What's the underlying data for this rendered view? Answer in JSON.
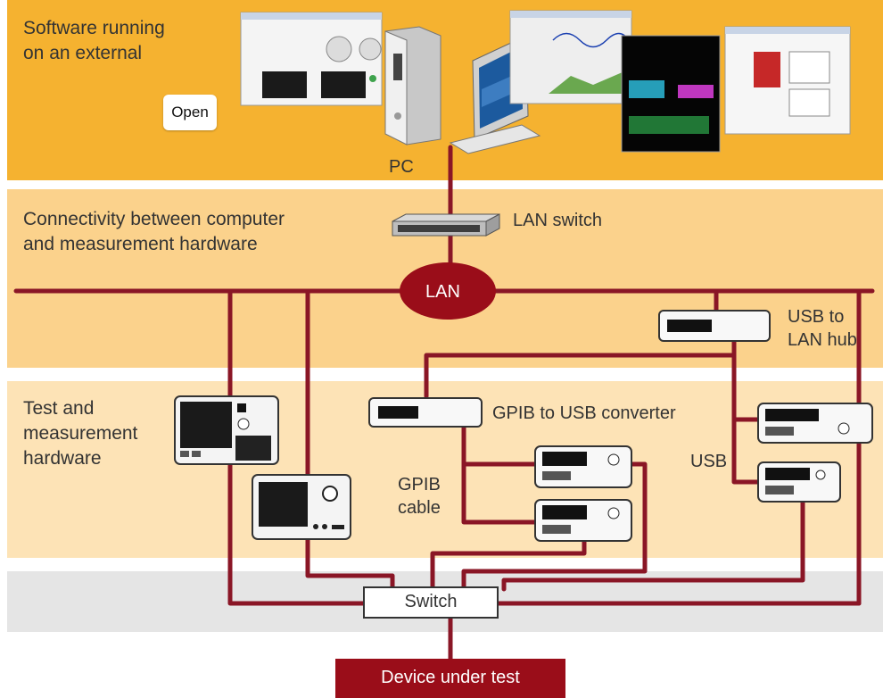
{
  "tiers": [
    {
      "label": "Software running\non an external"
    },
    {
      "label": "Connectivity between computer\nand measurement hardware"
    },
    {
      "label": "Test and\nmeasurement\nhardware"
    }
  ],
  "open_button": "Open",
  "devices": {
    "pc": "PC",
    "lan_switch": "LAN switch",
    "lan": "LAN",
    "usb_lan_hub": "USB to\nLAN hub",
    "gpib_usb_converter": "GPIB to USB converter",
    "usb": "USB",
    "gpib_cable": "GPIB\ncable",
    "switch": "Switch",
    "dut": "Device under test"
  },
  "colors": {
    "tier1": "#f5b230",
    "tier2": "#fbd28c",
    "tier3": "#fde3b6",
    "tier4": "#e5e5e5",
    "cable": "#8a1626",
    "dut_fill": "#9a0d19"
  }
}
